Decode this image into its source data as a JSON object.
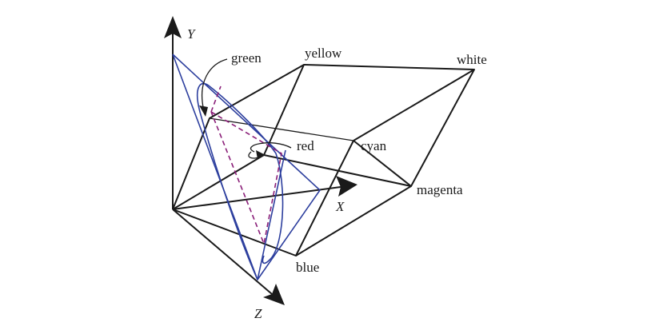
{
  "axes": {
    "x": "X",
    "y": "Y",
    "z": "Z"
  },
  "vertices": {
    "green": "green",
    "yellow": "yellow",
    "white": "white",
    "red": "red",
    "cyan": "cyan",
    "magenta": "magenta",
    "blue": "blue"
  },
  "colors": {
    "cube_edges": "#1a1a1a",
    "gamut_curve": "#2d3f9e",
    "triangle_dashed": "#8a1e78"
  }
}
